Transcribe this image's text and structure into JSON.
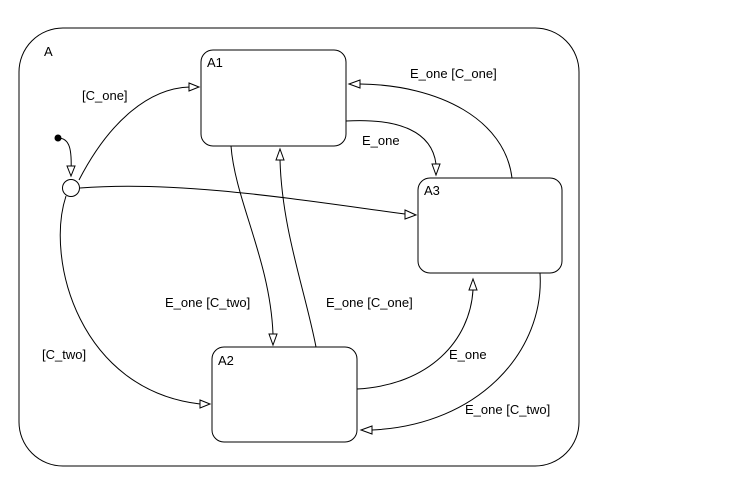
{
  "chart": {
    "superstate": {
      "name": "A"
    },
    "states": [
      {
        "id": "A1",
        "name": "A1"
      },
      {
        "id": "A2",
        "name": "A2"
      },
      {
        "id": "A3",
        "name": "A3"
      }
    ]
  },
  "transitions": {
    "junction_to_A1": "[C_one]",
    "junction_to_A2": "[C_two]",
    "A1_to_A2": "E_one [C_two]",
    "A2_to_A1": "E_one [C_one]",
    "A1_to_A3": "E_one",
    "A3_to_A1": "E_one [C_one]",
    "A2_to_A3": "E_one",
    "A3_to_A2": "E_one [C_two]"
  }
}
